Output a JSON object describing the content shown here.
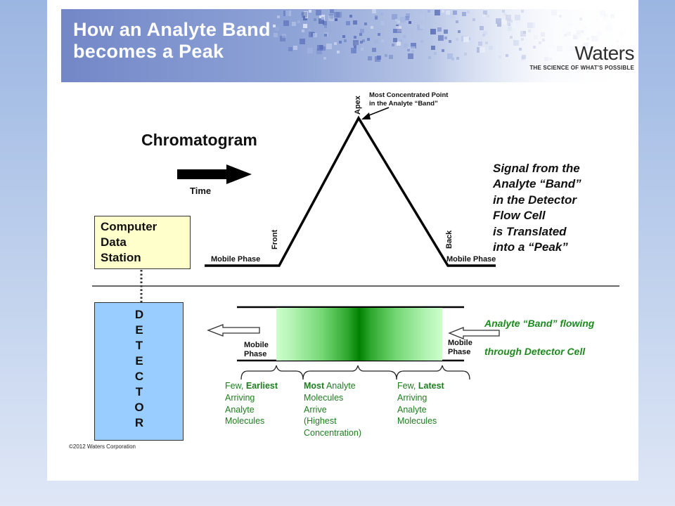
{
  "header": {
    "title_lines": [
      "How an Analyte Band",
      "becomes a Peak"
    ],
    "brand": "Waters",
    "tagline": "THE SCIENCE OF WHAT'S POSSIBLE"
  },
  "chromatogram": {
    "label": "Chromatogram",
    "time_label": "Time",
    "apex_label": "Apex",
    "apex_note_lines": [
      "Most Concentrated Point",
      "in the Analyte “Band”"
    ],
    "front_label": "Front",
    "back_label": "Back",
    "mobile_phase_left": "Mobile Phase",
    "mobile_phase_right": "Mobile Phase"
  },
  "signal_text_lines": [
    "Signal from the",
    "Analyte “Band”",
    "in the  Detector",
    "Flow Cell",
    "is Translated",
    "into a “Peak”"
  ],
  "computer_data_station_lines": [
    "Computer",
    "Data",
    "Station"
  ],
  "detector_letters": [
    "D",
    "E",
    "T",
    "E",
    "C",
    "T",
    "O",
    "R"
  ],
  "flow_cell": {
    "mobile_phase_left_lines": [
      "Mobile",
      "Phase"
    ],
    "mobile_phase_right_lines": [
      "Mobile",
      "Phase"
    ],
    "band_caption_lines": [
      "Analyte “Band” flowing",
      "through Detector Cell"
    ]
  },
  "band_sections": {
    "earliest": {
      "emph": "Earliest",
      "prefix": "Few, ",
      "rest": [
        "Arriving",
        "Analyte",
        "Molecules"
      ]
    },
    "most": {
      "emph": "Most",
      "suffix": " Analyte",
      "rest": [
        "Molecules",
        "Arrive",
        "(Highest",
        "Concentration)"
      ]
    },
    "latest": {
      "emph": "Latest",
      "prefix": "Few, ",
      "rest": [
        "Arriving",
        "Analyte",
        "Molecules"
      ]
    }
  },
  "footer": {
    "copyright": "©2012 Waters Corporation"
  },
  "colors": {
    "banner": "#7387c8",
    "band_dark": "#008000",
    "band_light": "#ccffcc",
    "cds_box": "#ffffcc",
    "detector_box": "#99ccff",
    "green_text": "#1c8a1c"
  }
}
